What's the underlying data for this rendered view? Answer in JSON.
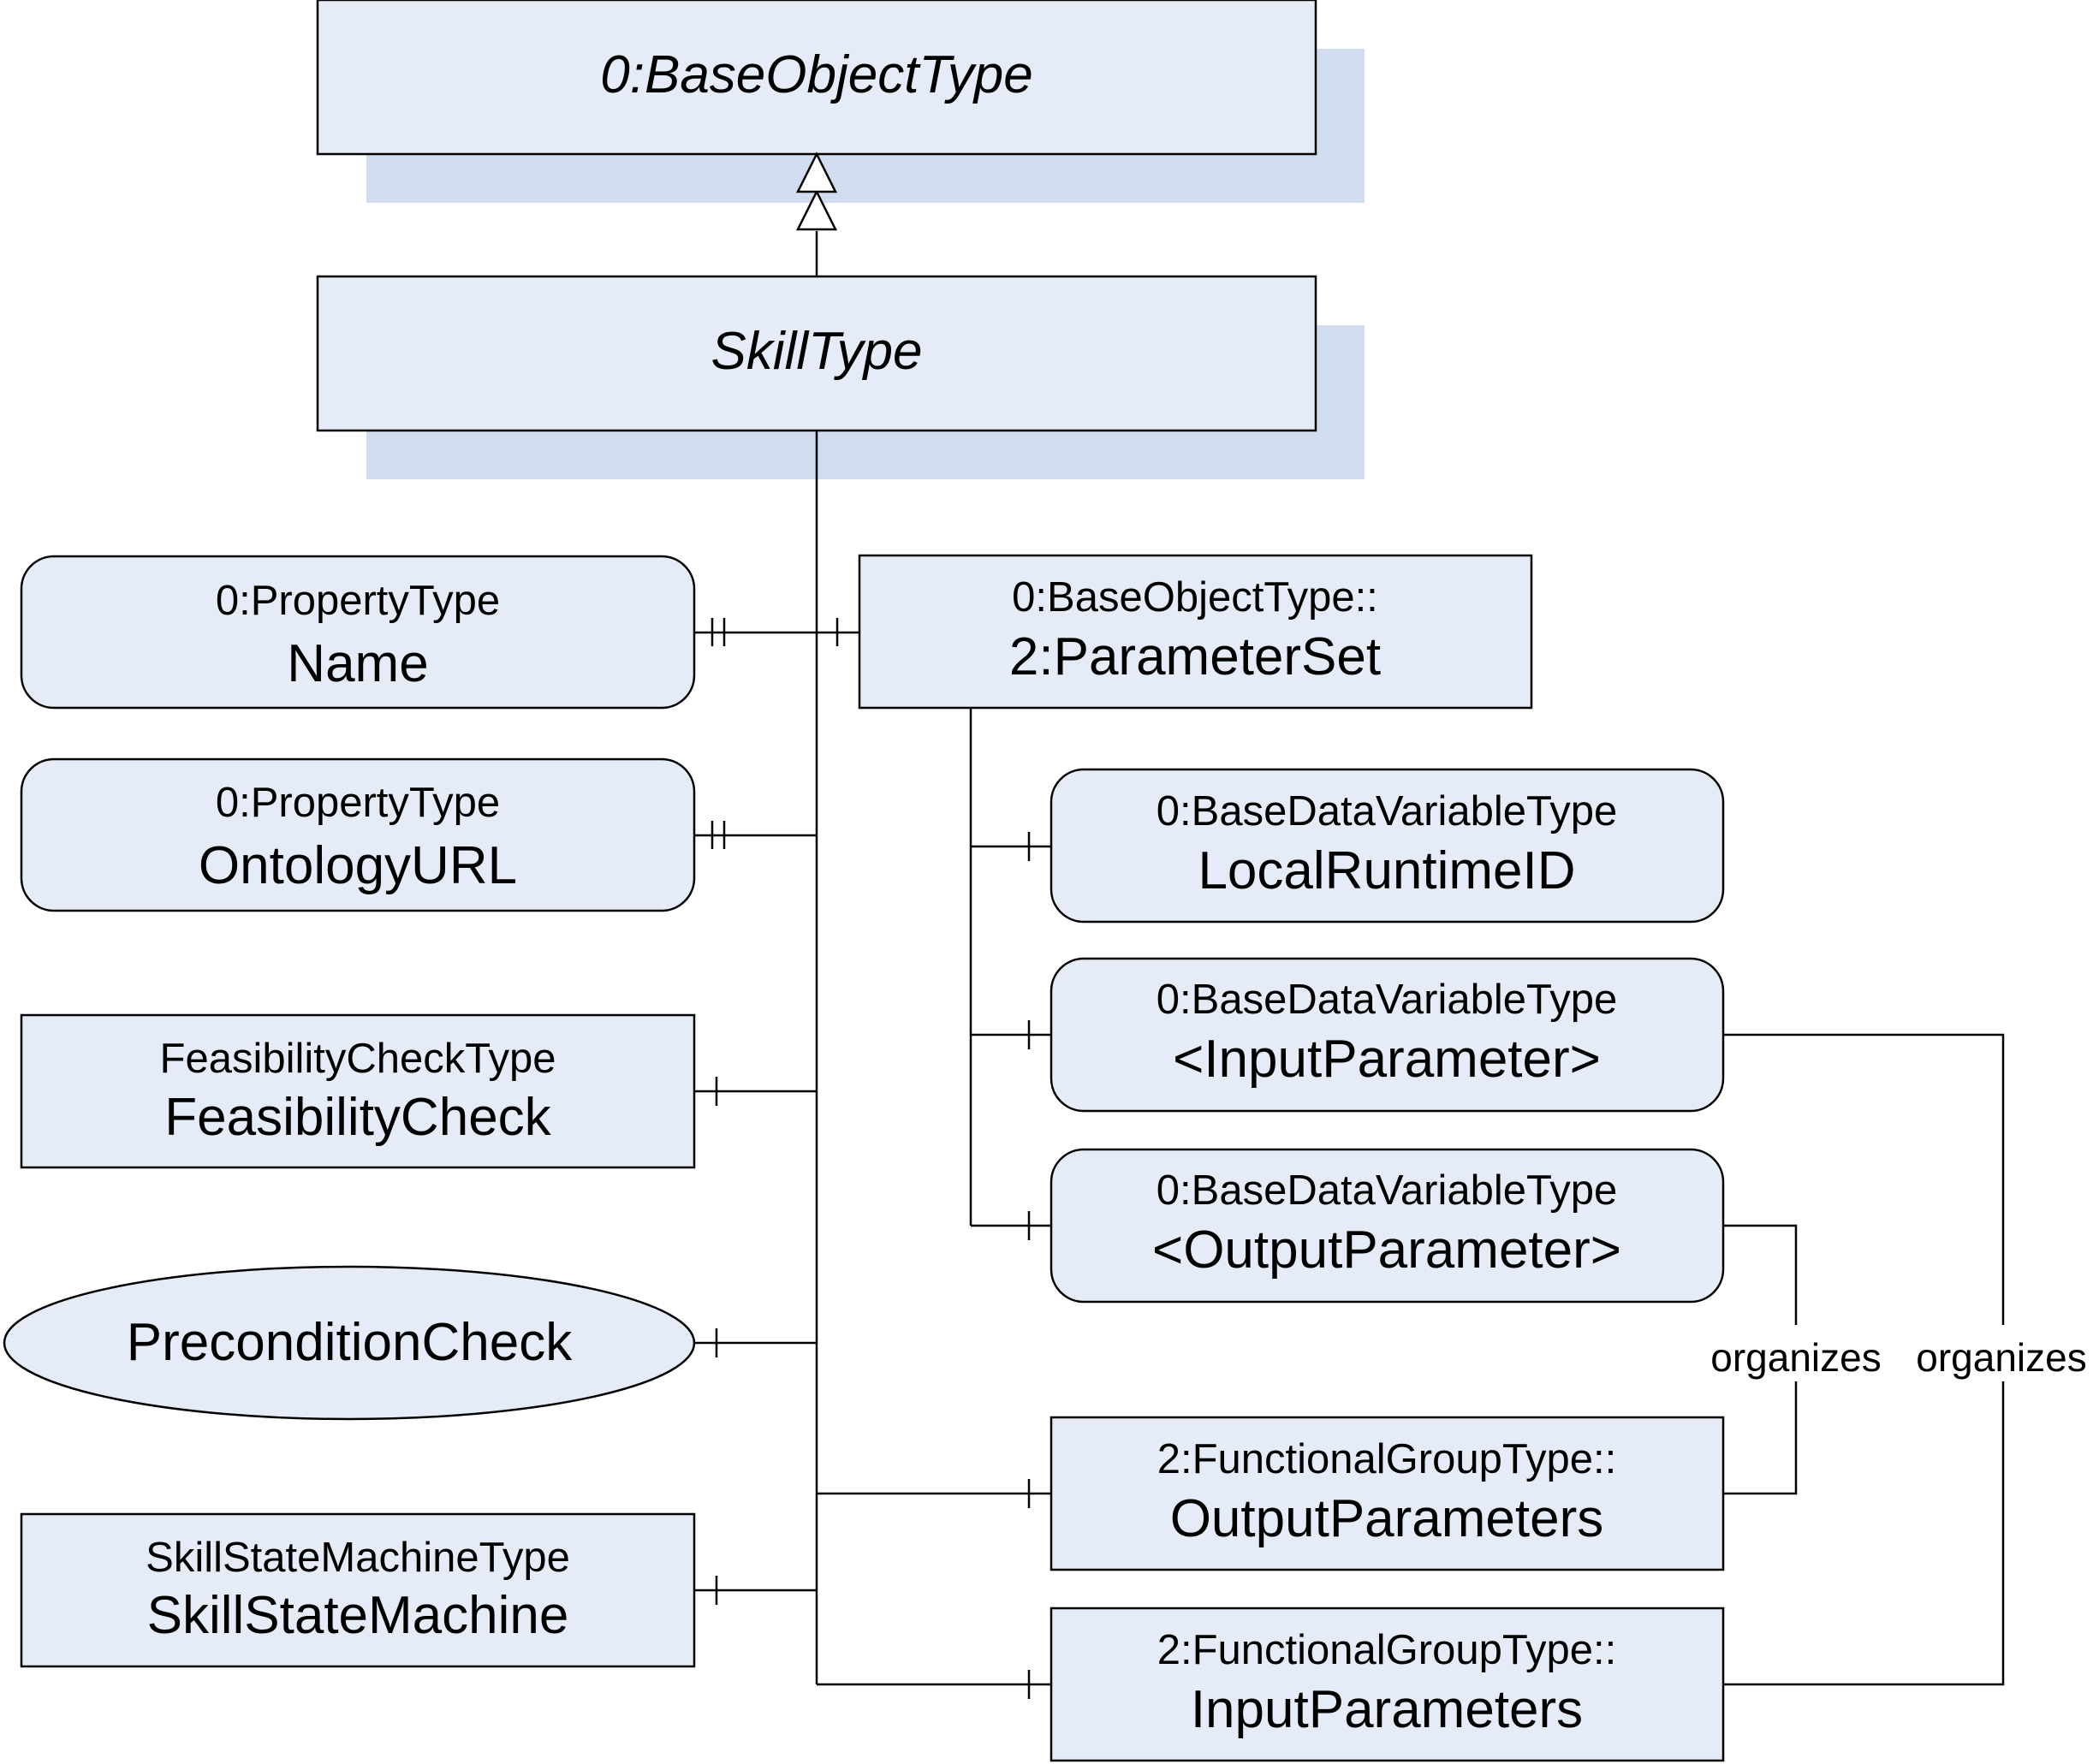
{
  "colors": {
    "node_fill": "#e6ecf7",
    "shadow_fill": "#d1ddef",
    "stroke": "#000000"
  },
  "nodes": {
    "base_object_type": {
      "title": "0:BaseObjectType"
    },
    "skill_type": {
      "title": "SkillType"
    },
    "name_property": {
      "type": "0:PropertyType",
      "name": "Name"
    },
    "ontology_url_property": {
      "type": "0:PropertyType",
      "name": "OntologyURL"
    },
    "feasibility_check": {
      "type": "FeasibilityCheckType",
      "name": "FeasibilityCheck"
    },
    "precondition_check": {
      "name": "PreconditionCheck"
    },
    "skill_state_machine": {
      "type": "SkillStateMachineType",
      "name": "SkillStateMachine"
    },
    "parameter_set": {
      "type": "0:BaseObjectType::",
      "name": "2:ParameterSet"
    },
    "local_runtime_id": {
      "type": "0:BaseDataVariableType",
      "name": "LocalRuntimeID"
    },
    "input_parameter": {
      "type": "0:BaseDataVariableType",
      "name": "<InputParameter>"
    },
    "output_parameter": {
      "type": "0:BaseDataVariableType",
      "name": "<OutputParameter>"
    },
    "output_parameters": {
      "type": "2:FunctionalGroupType::",
      "name": "OutputParameters"
    },
    "input_parameters": {
      "type": "2:FunctionalGroupType::",
      "name": "InputParameters"
    }
  },
  "references": {
    "organizes_output": "organizes",
    "organizes_input": "organizes"
  }
}
